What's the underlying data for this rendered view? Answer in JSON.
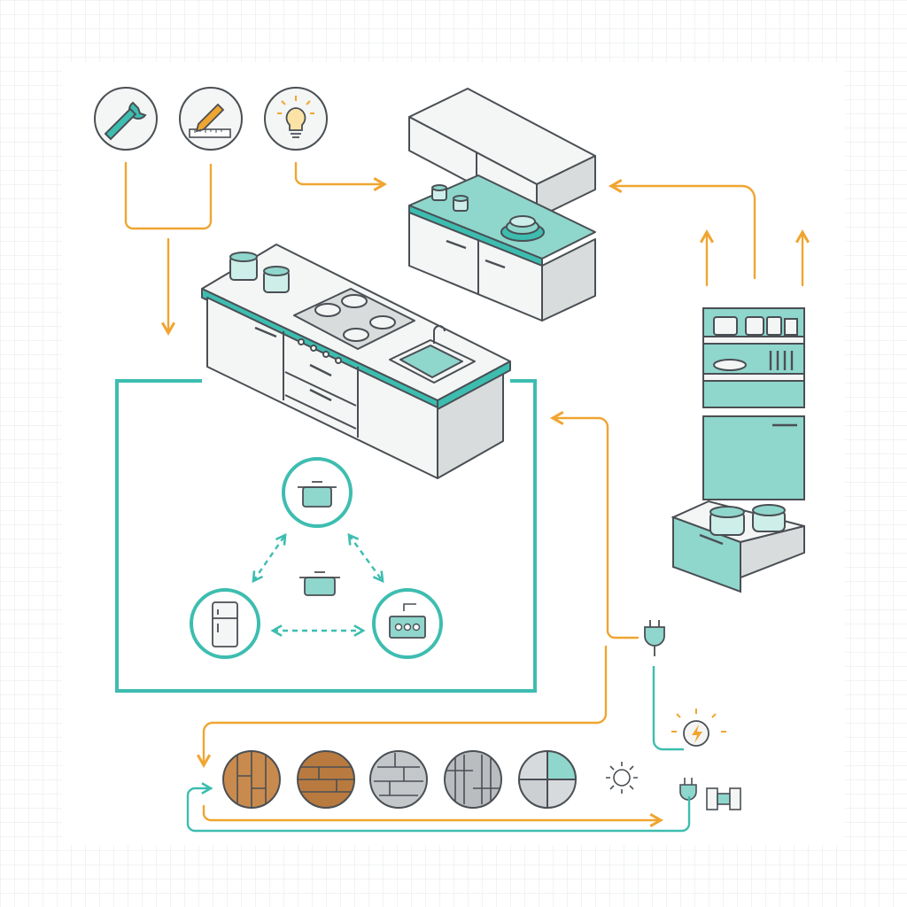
{
  "colors": {
    "background": "#ffffff",
    "grid_line": "#e3e7e9",
    "outline": "#4a4f54",
    "teal": "#3dbdb0",
    "teal_fill": "#8fd6cc",
    "teal_light": "#cdeee9",
    "orange": "#f0a531",
    "cabinet_white": "#f4f5f5",
    "cabinet_shade": "#d9dcdd",
    "wood_light": "#c98a4e",
    "wood_dark": "#a86a33",
    "stone_gray": "#b9bdc0"
  },
  "icons": {
    "planning_tools": [
      "wrench-icon",
      "pencil-ruler-icon",
      "lightbulb-icon"
    ],
    "work_triangle": [
      "pot-icon",
      "refrigerator-icon",
      "stove-icon"
    ],
    "materials": [
      "wood-plank-vertical",
      "wood-plank-horizontal",
      "tile-gray",
      "tile-pattern",
      "stone-quartered"
    ],
    "utilities": [
      "plug-icon",
      "electric-bolt-icon",
      "sun-icon",
      "plug-small-icon",
      "adapter-icon"
    ]
  }
}
